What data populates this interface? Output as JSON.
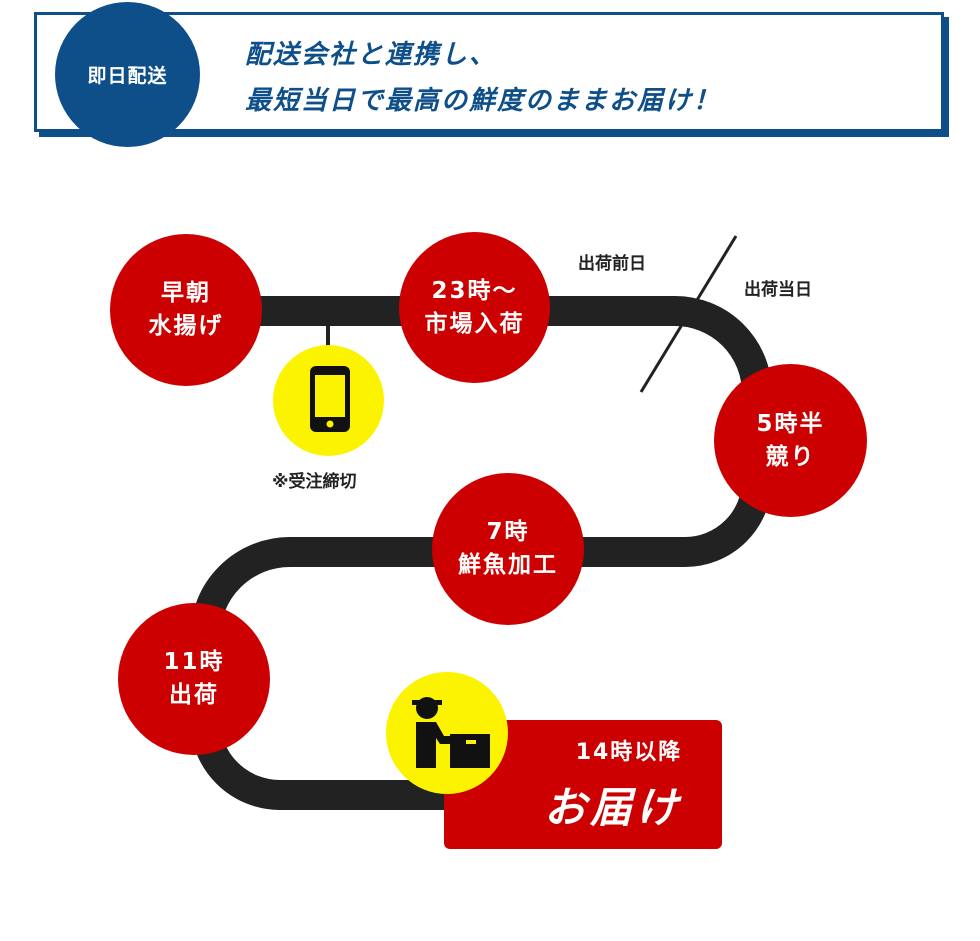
{
  "header": {
    "badge": "即日配送",
    "line1": "配送会社と連携し、",
    "line2": "最短当日で最高の鮮度のままお届け！"
  },
  "flow": {
    "steps": [
      {
        "line1": "早朝",
        "line2": "水揚げ"
      },
      {
        "line1": "23時～",
        "line2": "市場入荷"
      },
      {
        "line1": "5時半",
        "line2": "競り"
      },
      {
        "line1": "7時",
        "line2": "鮮魚加工"
      },
      {
        "line1": "11時",
        "line2": "出荷"
      }
    ],
    "order_cutoff": "※受注締切",
    "day_before": "出荷前日",
    "same_day": "出荷当日",
    "final_time": "14時以降",
    "final_label": "お届け"
  },
  "colors": {
    "brand_blue": "#0e4f8a",
    "step_red": "#cc0000",
    "accent_yellow": "#fbf300",
    "track": "#222222"
  },
  "icons": [
    "smartphone-icon",
    "delivery-person-icon"
  ]
}
